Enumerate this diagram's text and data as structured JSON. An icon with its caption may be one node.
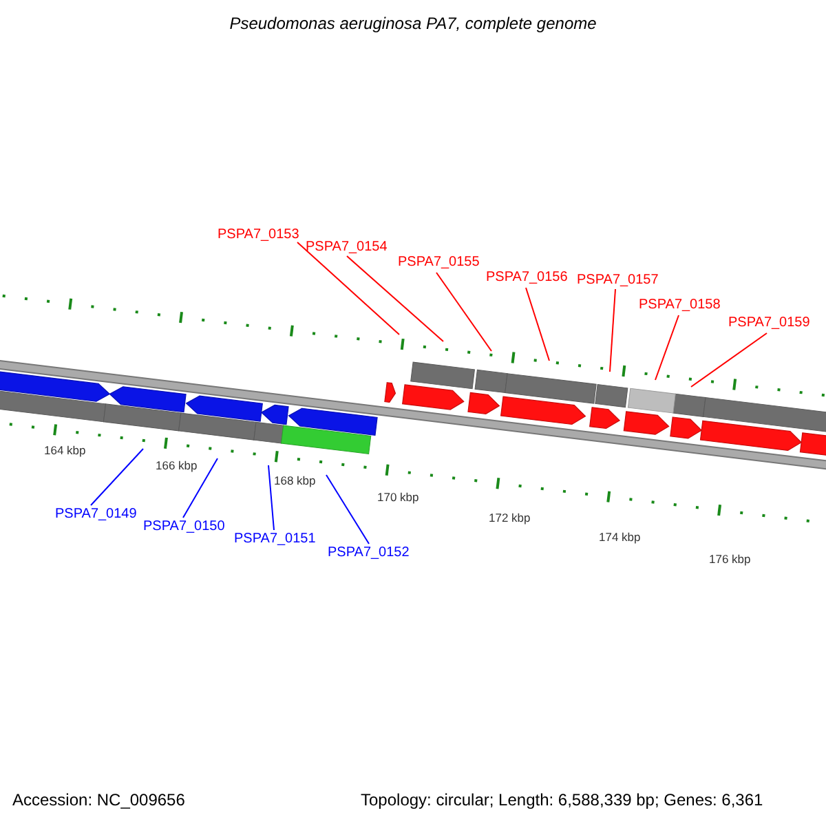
{
  "diagram": {
    "title": "Pseudomonas aeruginosa PA7, complete genome",
    "nodes": [
      {
        "text": [
          "PSPA7_0153"
        ]
      },
      {
        "text": [
          "PSPA7_0154"
        ]
      },
      {
        "text": [
          "PSPA7_0155"
        ]
      },
      {
        "text": [
          "PSPA7_0156"
        ]
      },
      {
        "text": [
          "PSPA7_0157"
        ]
      },
      {
        "text": [
          "PSPA7_0158"
        ]
      },
      {
        "text": [
          "PSPA7_0159"
        ]
      },
      {
        "text": [
          "PSPA7_0149"
        ]
      },
      {
        "text": [
          "PSPA7_0150"
        ]
      },
      {
        "text": [
          "PSPA7_0151"
        ]
      },
      {
        "text": [
          "PSPA7_0152"
        ]
      },
      {
        "text": [],
        "shape": "bar"
      }
    ],
    "edges": [
      {
        "from": 0,
        "to": 11,
        "arrow": "none",
        "color": "#ff0000"
      },
      {
        "from": 1,
        "to": 11,
        "arrow": "none",
        "color": "#ff0000"
      },
      {
        "from": 2,
        "to": 11,
        "arrow": "none",
        "color": "#ff0000"
      },
      {
        "from": 3,
        "to": 11,
        "arrow": "none",
        "color": "#ff0000"
      },
      {
        "from": 4,
        "to": 11,
        "arrow": "none",
        "color": "#ff0000"
      },
      {
        "from": 5,
        "to": 11,
        "arrow": "none",
        "color": "#ff0000"
      },
      {
        "from": 6,
        "to": 11,
        "arrow": "none",
        "color": "#ff0000"
      },
      {
        "from": 7,
        "to": 11,
        "arrow": "none",
        "color": "#0000ff"
      },
      {
        "from": 8,
        "to": 11,
        "arrow": "none",
        "color": "#0000ff"
      },
      {
        "from": 9,
        "to": 11,
        "arrow": "none",
        "color": "#0000ff"
      },
      {
        "from": 10,
        "to": 11,
        "arrow": "none",
        "color": "#0000ff"
      }
    ],
    "labels": [
      "164 kbp",
      "166 kbp",
      "168 kbp",
      "170 kbp",
      "172 kbp",
      "174 kbp",
      "176 kbp",
      "Accession: NC_009656",
      "Topology: circular; Length: 6,588,339 bp; Genes: 6,361"
    ]
  }
}
